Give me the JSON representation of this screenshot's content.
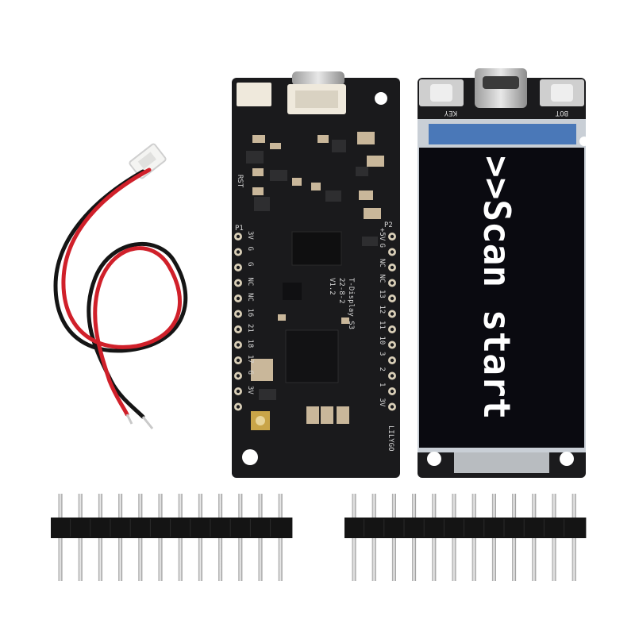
{
  "screen": {
    "text": ">>Scan start"
  },
  "back_board": {
    "silk_model": "T-Display S3",
    "silk_date": "22-8-2",
    "silk_version": "V1.2",
    "silk_brand": "LILYGO",
    "silk_rst": "RST",
    "silk_p1": "P1",
    "silk_p2": "P2",
    "left_pins": [
      "3V",
      "G",
      "G",
      "NC",
      "NC",
      "16",
      "21",
      "18",
      "17",
      "G",
      "3V"
    ],
    "right_pins": [
      "+5V",
      "G",
      "NC",
      "NC",
      "13",
      "12",
      "11",
      "10",
      "3",
      "2",
      "1",
      "3V"
    ]
  },
  "front_board": {
    "button_left": "KEY",
    "button_right": "BOT"
  },
  "colors": {
    "pcb": "#1a1a1c",
    "wire_red": "#d0202a",
    "wire_black": "#151515",
    "screen": "#0a0a10"
  }
}
